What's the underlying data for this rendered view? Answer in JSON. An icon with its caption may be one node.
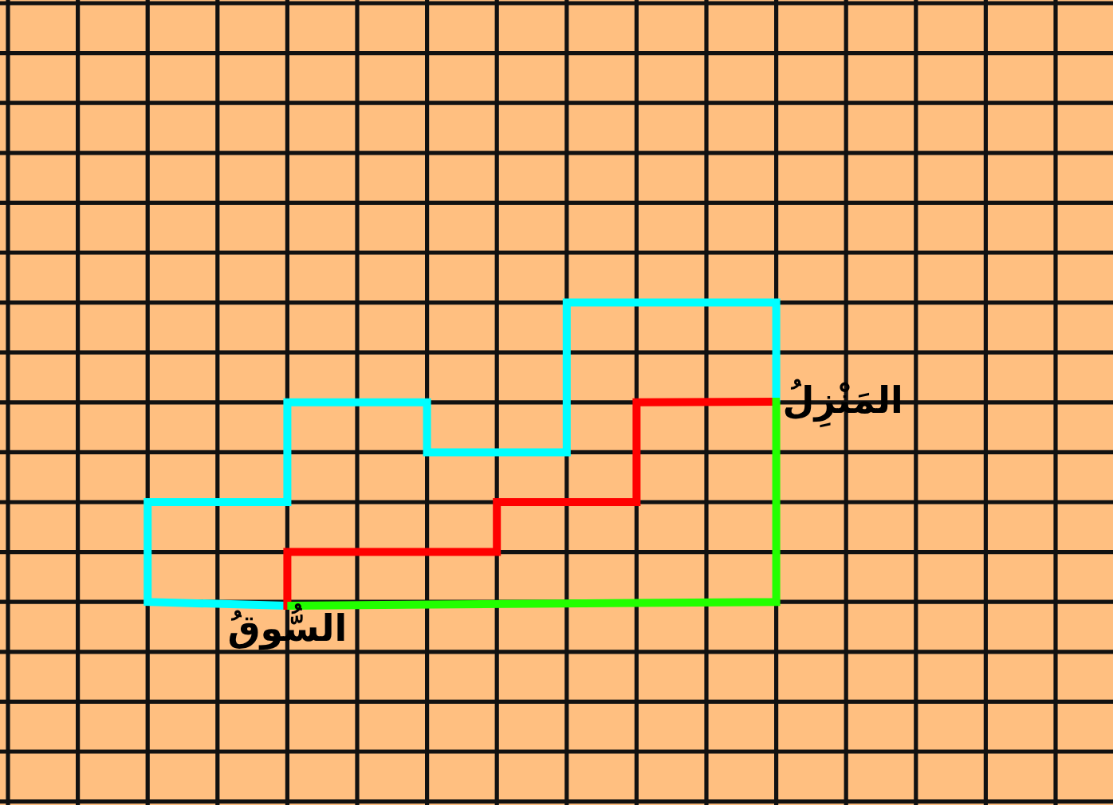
{
  "diagram": {
    "nodes": [
      {
        "text": [
          "السُّوقُ"
        ]
      },
      {
        "text": [
          "المَنْزِلُ"
        ]
      }
    ],
    "edges": [
      {
        "from": 0,
        "to": 1,
        "arrow": "none",
        "color": "#00ffff"
      },
      {
        "from": 0,
        "to": 1,
        "arrow": "none",
        "color": "#ff0000"
      },
      {
        "from": 0,
        "to": 1,
        "arrow": "none",
        "color": "#22ff00"
      }
    ]
  }
}
